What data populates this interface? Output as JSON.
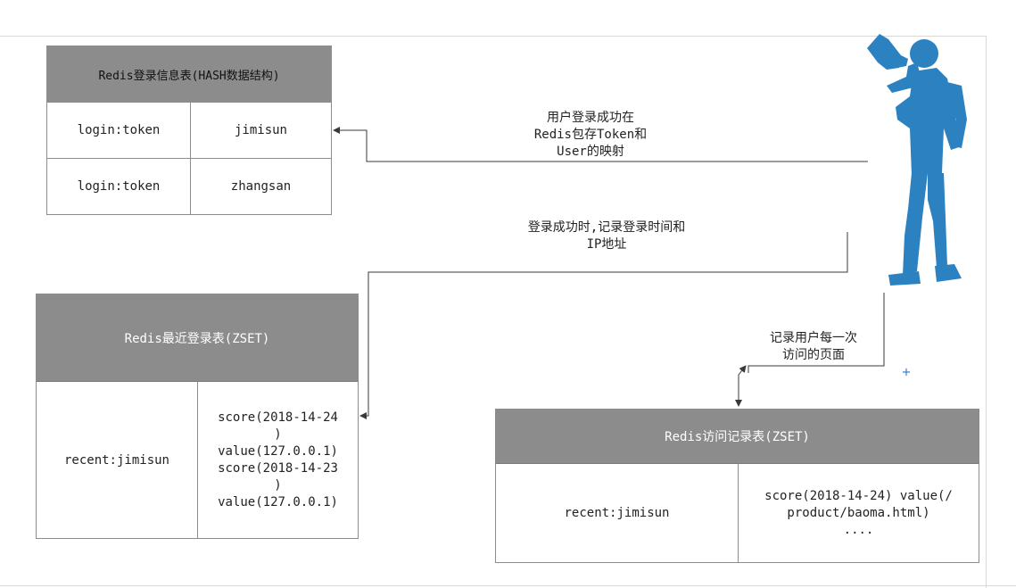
{
  "login_table": {
    "title": "Redis登录信息表(HASH数据结构)",
    "rows": [
      {
        "key": "login:token",
        "value": "jimisun"
      },
      {
        "key": "login:token",
        "value": "zhangsan"
      }
    ]
  },
  "recent_table": {
    "title": "Redis最近登录表(ZSET)",
    "key": "recent:jimisun",
    "value_lines": [
      "score(2018-14-24",
      ")",
      "value(127.0.0.1)",
      "score(2018-14-23",
      ")",
      "value(127.0.0.1)"
    ]
  },
  "visit_table": {
    "title": "Redis访问记录表(ZSET)",
    "key": "recent:jimisun",
    "value_lines": [
      "score(2018-14-24) value(/",
      "product/baoma.html)",
      "...."
    ]
  },
  "arrow_labels": {
    "token_mapping": [
      "用户登录成功在",
      "Redis包存Token和",
      "User的映射"
    ],
    "record_login": [
      "登录成功时,记录登录时间和",
      "IP地址"
    ],
    "record_visit": [
      "记录用户每一次",
      "访问的页面"
    ]
  },
  "user_figure": {
    "icon": "person-megaphone-icon",
    "color": "#2c82c0"
  },
  "colors": {
    "header_fill": "#8c8c8c",
    "border": "#8c8c8c",
    "connector": "#3a3a3a"
  }
}
